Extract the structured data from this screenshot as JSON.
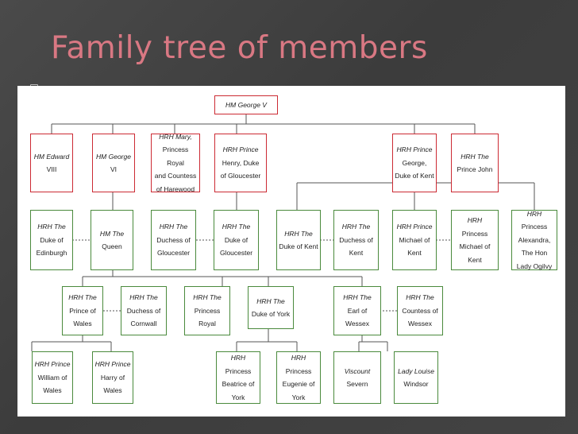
{
  "slide": {
    "title": "Family tree of members"
  },
  "colors": {
    "title": "#d97883",
    "border_red": "#cc2a33",
    "border_green": "#4a8a3c",
    "background": "#414141"
  },
  "tree": {
    "nodes": [
      {
        "id": "george-v",
        "label": "HM George V",
        "color": "red"
      },
      {
        "id": "edward-viii",
        "label": "HM Edward\nVIII",
        "color": "red"
      },
      {
        "id": "george-vi",
        "label": "HM George\nVI",
        "color": "red"
      },
      {
        "id": "mary",
        "label": "HRH Mary,\nPrincess Royal\nand Countess\nof Harewood",
        "color": "red"
      },
      {
        "id": "henry",
        "label": "HRH Prince\nHenry, Duke\nof Gloucester",
        "color": "red"
      },
      {
        "id": "george-kent",
        "label": "HRH Prince\nGeorge,\nDuke of Kent",
        "color": "red"
      },
      {
        "id": "john",
        "label": "HRH The\nPrince John",
        "color": "red"
      },
      {
        "id": "duke-edinburgh",
        "label": "HRH The\nDuke of\nEdinburgh",
        "color": "green"
      },
      {
        "id": "queen",
        "label": "HM The\nQueen",
        "color": "green"
      },
      {
        "id": "duchess-gloucester",
        "label": "HRH The\nDuchess of\nGloucester",
        "color": "green"
      },
      {
        "id": "duke-gloucester",
        "label": "HRH The\nDuke of\nGloucester",
        "color": "green"
      },
      {
        "id": "duke-kent",
        "label": "HRH The\nDuke of Kent",
        "color": "green"
      },
      {
        "id": "duchess-kent",
        "label": "HRH The\nDuchess of\nKent",
        "color": "green"
      },
      {
        "id": "michael-kent",
        "label": "HRH Prince\nMichael of\nKent",
        "color": "green"
      },
      {
        "id": "princess-michael",
        "label": "HRH\nPrincess\nMichael of\nKent",
        "color": "green"
      },
      {
        "id": "alexandra",
        "label": "HRH Princess\nAlexandra,\nThe Hon\nLady Ogilvy",
        "color": "green"
      },
      {
        "id": "prince-wales",
        "label": "HRH The\nPrince of\nWales",
        "color": "green"
      },
      {
        "id": "duchess-cornwall",
        "label": "HRH The\nDuchess of\nCornwall",
        "color": "green"
      },
      {
        "id": "princess-royal",
        "label": "HRH The\nPrincess\nRoyal",
        "color": "green"
      },
      {
        "id": "duke-york",
        "label": "HRH The\nDuke of York",
        "color": "green"
      },
      {
        "id": "earl-wessex",
        "label": "HRH The\nEarl of\nWessex",
        "color": "green"
      },
      {
        "id": "countess-wessex",
        "label": "HRH The\nCountess of\nWessex",
        "color": "green"
      },
      {
        "id": "william",
        "label": "HRH Prince\nWilliam of\nWales",
        "color": "green"
      },
      {
        "id": "harry",
        "label": "HRH Prince\nHarry of\nWales",
        "color": "green"
      },
      {
        "id": "beatrice",
        "label": "HRH Princess\nBeatrice of\nYork",
        "color": "green"
      },
      {
        "id": "eugenie",
        "label": "HRH\nPrincess\nEugenie of\nYork",
        "color": "green"
      },
      {
        "id": "severn",
        "label": "Viscount\nSevern",
        "color": "green"
      },
      {
        "id": "louise",
        "label": "Lady Louise\nWindsor",
        "color": "green"
      }
    ]
  }
}
